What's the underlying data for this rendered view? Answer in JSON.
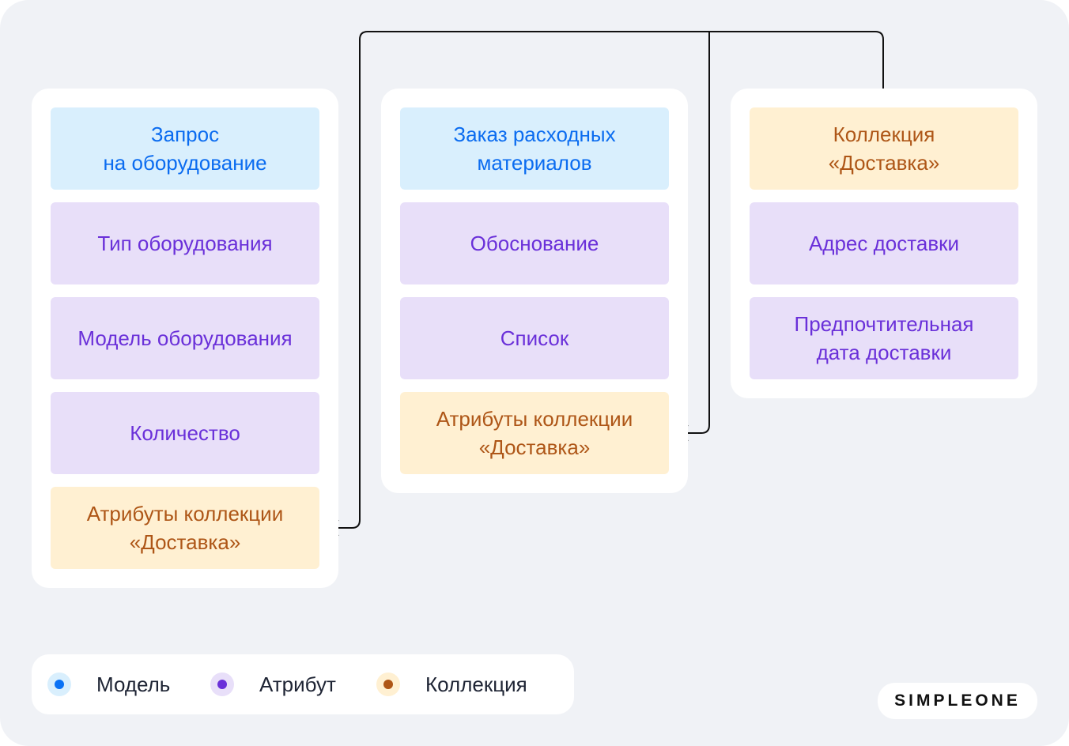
{
  "columns": [
    {
      "items": [
        {
          "type": "model",
          "label": "Запрос\nна оборудование"
        },
        {
          "type": "attr",
          "label": "Тип оборудования"
        },
        {
          "type": "attr",
          "label": "Модель оборудования"
        },
        {
          "type": "attr",
          "label": "Количество"
        },
        {
          "type": "coll",
          "label": "Атрибуты коллекции\n«Доставка»"
        }
      ]
    },
    {
      "items": [
        {
          "type": "model",
          "label": "Заказ расходных\nматериалов"
        },
        {
          "type": "attr",
          "label": "Обоснование"
        },
        {
          "type": "attr",
          "label": "Список"
        },
        {
          "type": "coll",
          "label": "Атрибуты коллекции\n«Доставка»"
        }
      ]
    },
    {
      "items": [
        {
          "type": "coll",
          "label": "Коллекция\n«Доставка»"
        },
        {
          "type": "attr",
          "label": "Адрес доставки"
        },
        {
          "type": "attr",
          "label": "Предпочтительная\nдата доставки"
        }
      ]
    }
  ],
  "legend": [
    {
      "label": "Модель",
      "color": "#0a72f5",
      "bg": "#d9effd"
    },
    {
      "label": "Атрибут",
      "color": "#6a30d9",
      "bg": "#e8dff9"
    },
    {
      "label": "Коллекция",
      "color": "#ae5617",
      "bg": "#fff0d2"
    }
  ],
  "logo": {
    "text": "SIMPLEONE"
  }
}
